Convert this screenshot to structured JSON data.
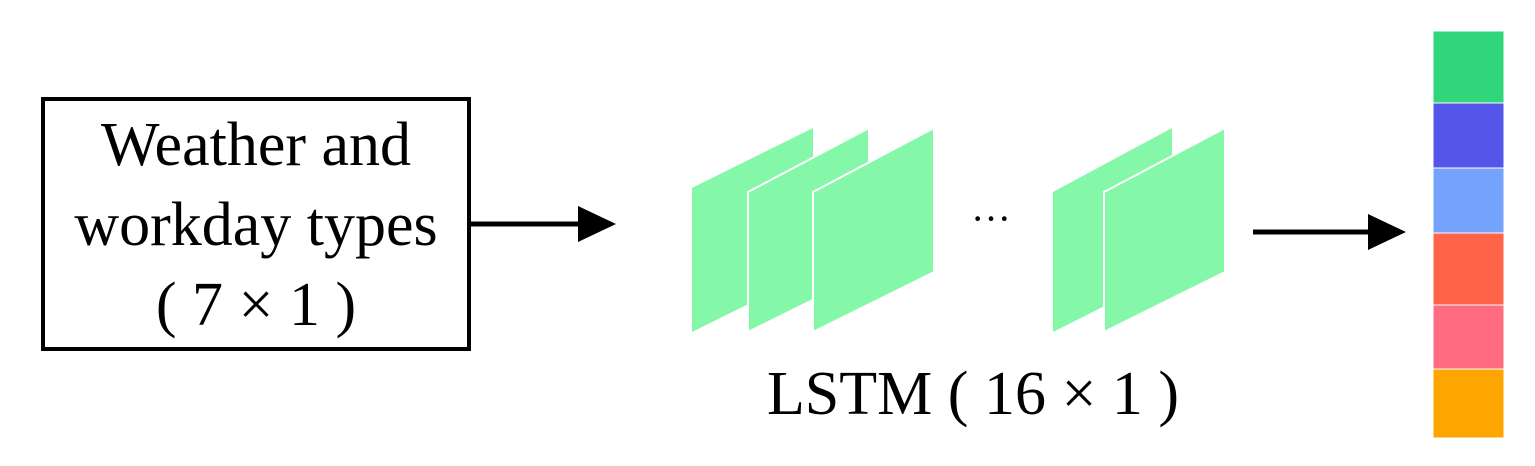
{
  "input_box": {
    "line1": "Weather and",
    "line2": "workday types",
    "line3": "( 7 × 1 )"
  },
  "lstm": {
    "label": "LSTM ( 16 × 1 )",
    "ellipsis": "···",
    "layer_color": "#84f7a8"
  },
  "output_vector": {
    "cells": [
      {
        "color": "#2fd67a"
      },
      {
        "color": "#5555ea"
      },
      {
        "color": "#75a2fb"
      },
      {
        "color": "#ff6348"
      },
      {
        "color": "#ff6b81"
      },
      {
        "color": "#ffa502"
      }
    ]
  }
}
